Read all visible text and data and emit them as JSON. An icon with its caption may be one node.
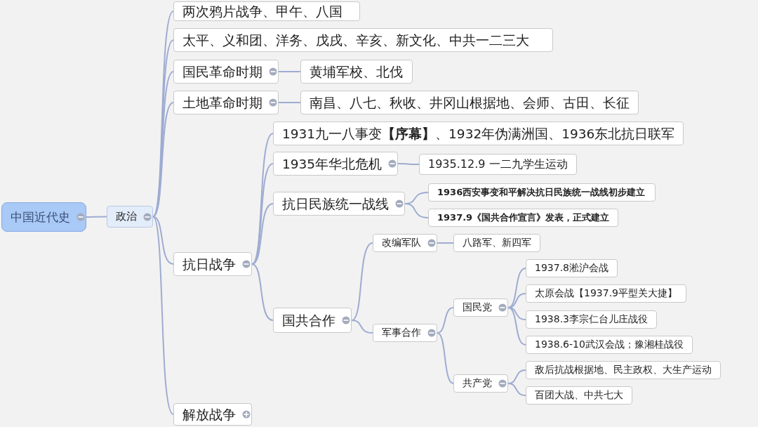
{
  "diagram": {
    "nodes": [
      {
        "text": [
          "中国近代史"
        ]
      },
      {
        "text": [
          "政治"
        ]
      },
      {
        "text": [
          "两次鸦片战争、甲午、八国"
        ]
      },
      {
        "text": [
          "太平、义和团、洋务、戊戌、辛亥、新文化、中共一二三大"
        ]
      },
      {
        "text": [
          "国民革命时期"
        ]
      },
      {
        "text": [
          "黄埔军校、北伐"
        ]
      },
      {
        "text": [
          "土地革命时期"
        ]
      },
      {
        "text": [
          "南昌、八七、秋收、井冈山根据地、会师、古田、长征"
        ]
      },
      {
        "text": [
          "抗日战争"
        ]
      },
      {
        "text": [
          "1931九一八事变**【序幕】**、1932年伪满洲国、1936东北抗日联军"
        ]
      },
      {
        "text": [
          "1935年华北危机"
        ]
      },
      {
        "text": [
          "1935.12.9 一二九学生运动"
        ]
      },
      {
        "text": [
          "抗日民族统一战线"
        ]
      },
      {
        "text": [
          "1936西安事变和平解决抗日民族统一战线初步建立"
        ]
      },
      {
        "text": [
          "1937.9《国共合作宣言》发表，正式建立"
        ]
      },
      {
        "text": [
          "国共合作"
        ]
      },
      {
        "text": [
          "改编军队"
        ]
      },
      {
        "text": [
          "八路军、新四军"
        ]
      },
      {
        "text": [
          "军事合作"
        ]
      },
      {
        "text": [
          "国民党"
        ]
      },
      {
        "text": [
          "1937.8淞沪会战"
        ]
      },
      {
        "text": [
          "太原会战【1937.9平型关大捷】"
        ]
      },
      {
        "text": [
          "1938.3李宗仁台儿庄战役"
        ]
      },
      {
        "text": [
          "1938.6-10武汉会战；豫湘桂战役"
        ]
      },
      {
        "text": [
          "共产党"
        ]
      },
      {
        "text": [
          "敌后抗战根据地、民主政权、大生产运动"
        ]
      },
      {
        "text": [
          "百团大战、中共七大"
        ]
      },
      {
        "text": [
          "解放战争"
        ]
      }
    ],
    "edges": [
      {
        "from": 0,
        "to": 1,
        "arrow": "none"
      },
      {
        "from": 1,
        "to": 2,
        "arrow": "none"
      },
      {
        "from": 1,
        "to": 3,
        "arrow": "none"
      },
      {
        "from": 1,
        "to": 4,
        "arrow": "none"
      },
      {
        "from": 4,
        "to": 5,
        "arrow": "none"
      },
      {
        "from": 1,
        "to": 6,
        "arrow": "none"
      },
      {
        "from": 6,
        "to": 7,
        "arrow": "none"
      },
      {
        "from": 1,
        "to": 8,
        "arrow": "none"
      },
      {
        "from": 8,
        "to": 9,
        "arrow": "none"
      },
      {
        "from": 8,
        "to": 10,
        "arrow": "none"
      },
      {
        "from": 10,
        "to": 11,
        "arrow": "none"
      },
      {
        "from": 8,
        "to": 12,
        "arrow": "none"
      },
      {
        "from": 12,
        "to": 13,
        "arrow": "none"
      },
      {
        "from": 12,
        "to": 14,
        "arrow": "none"
      },
      {
        "from": 8,
        "to": 15,
        "arrow": "none"
      },
      {
        "from": 15,
        "to": 16,
        "arrow": "none"
      },
      {
        "from": 16,
        "to": 17,
        "arrow": "none"
      },
      {
        "from": 15,
        "to": 18,
        "arrow": "none"
      },
      {
        "from": 18,
        "to": 19,
        "arrow": "none"
      },
      {
        "from": 19,
        "to": 20,
        "arrow": "none"
      },
      {
        "from": 19,
        "to": 21,
        "arrow": "none"
      },
      {
        "from": 19,
        "to": 22,
        "arrow": "none"
      },
      {
        "from": 19,
        "to": 23,
        "arrow": "none"
      },
      {
        "from": 18,
        "to": 24,
        "arrow": "none"
      },
      {
        "from": 24,
        "to": 25,
        "arrow": "none"
      },
      {
        "from": 24,
        "to": 26,
        "arrow": "none"
      },
      {
        "from": 1,
        "to": 27,
        "arrow": "none"
      }
    ]
  }
}
